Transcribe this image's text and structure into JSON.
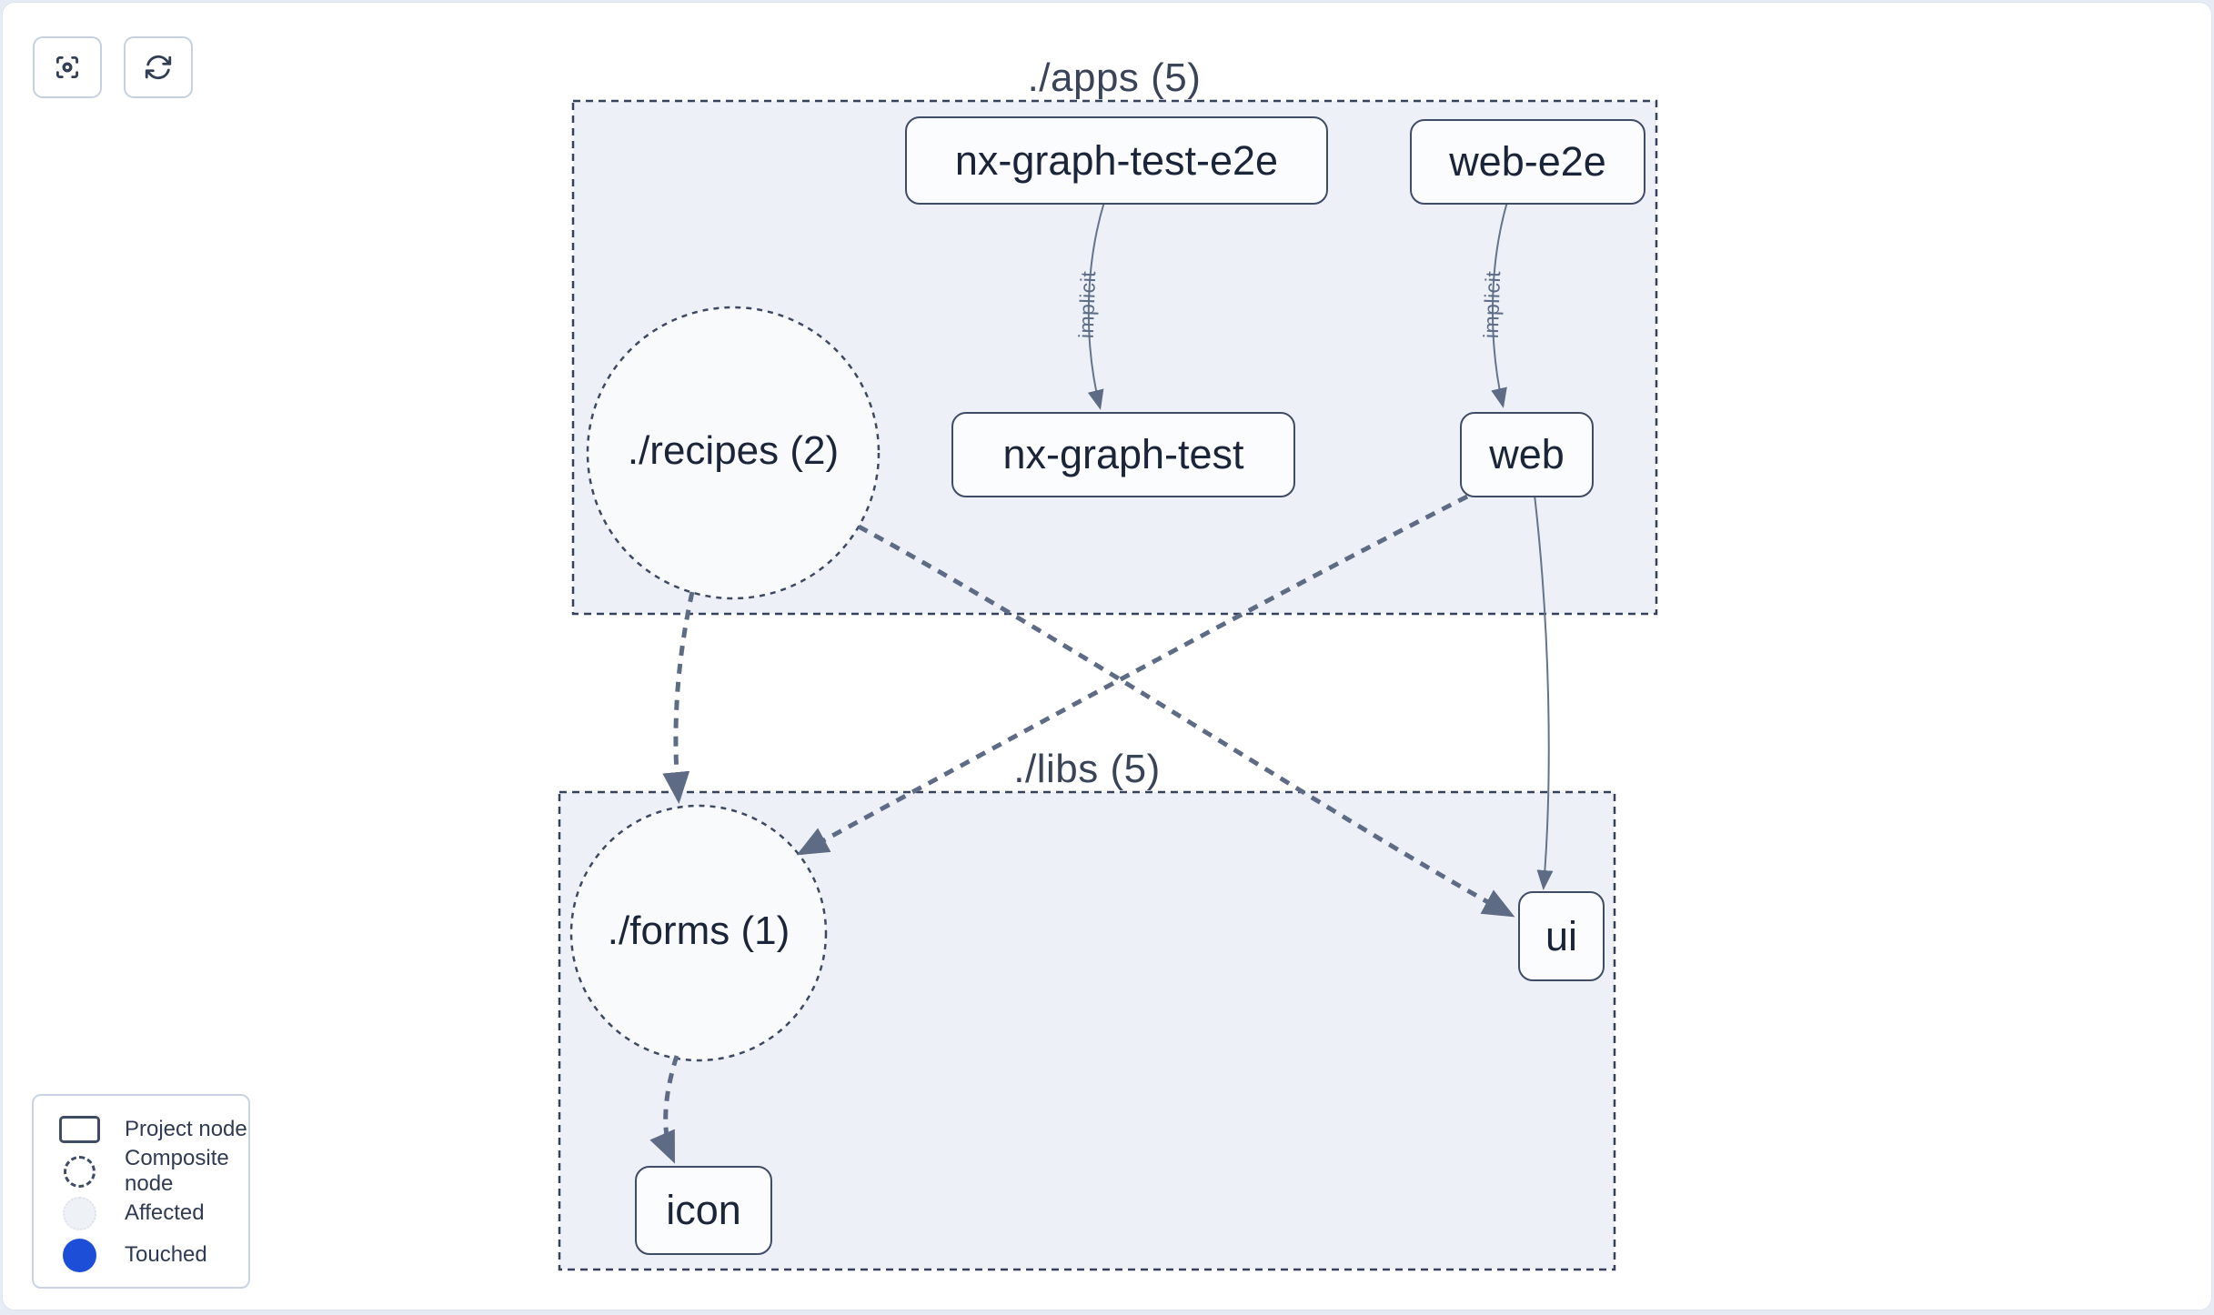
{
  "toolbar": {
    "buttons": [
      {
        "icon": "focus-center-icon"
      },
      {
        "icon": "refresh-icon"
      }
    ]
  },
  "graph": {
    "groups": [
      {
        "label": "./apps (5)"
      },
      {
        "label": "./libs (5)"
      }
    ],
    "composite_nodes": [
      {
        "label": "./recipes (2)",
        "group": "./apps"
      },
      {
        "label": "./forms (1)",
        "group": "./libs"
      }
    ],
    "project_nodes": [
      {
        "label": "nx-graph-test-e2e",
        "group": "./apps"
      },
      {
        "label": "web-e2e",
        "group": "./apps"
      },
      {
        "label": "nx-graph-test",
        "group": "./apps"
      },
      {
        "label": "web",
        "group": "./apps"
      },
      {
        "label": "ui",
        "group": "./libs"
      },
      {
        "label": "icon",
        "group": "./libs"
      }
    ],
    "edges": [
      {
        "from": "nx-graph-test-e2e",
        "to": "nx-graph-test",
        "label": "implicit",
        "style": "solid-thin"
      },
      {
        "from": "web-e2e",
        "to": "web",
        "label": "implicit",
        "style": "solid-thin"
      },
      {
        "from": "./recipes (2)",
        "to": "./forms (1)",
        "style": "dashed-thick"
      },
      {
        "from": "./recipes (2)",
        "to": "ui",
        "style": "dashed-thick"
      },
      {
        "from": "web",
        "to": "./forms (1)",
        "style": "dashed-thick"
      },
      {
        "from": "web",
        "to": "ui",
        "style": "solid-thin"
      },
      {
        "from": "./forms (1)",
        "to": "icon",
        "style": "dashed-thick"
      }
    ]
  },
  "legend": {
    "items": [
      {
        "label": "Project node",
        "swatch": "project-rect"
      },
      {
        "label": "Composite node",
        "swatch": "dashed-circle"
      },
      {
        "label": "Affected",
        "swatch": "affected-circle"
      },
      {
        "label": "Touched",
        "swatch": "touched-circle"
      }
    ]
  },
  "colors": {
    "touched": "#1d4ed8",
    "edge": "#5d6b85",
    "node_border": "#3f4c66",
    "group_fill": "#edf1f7",
    "node_fill": "#fafcfe",
    "text": "#1b2539"
  }
}
